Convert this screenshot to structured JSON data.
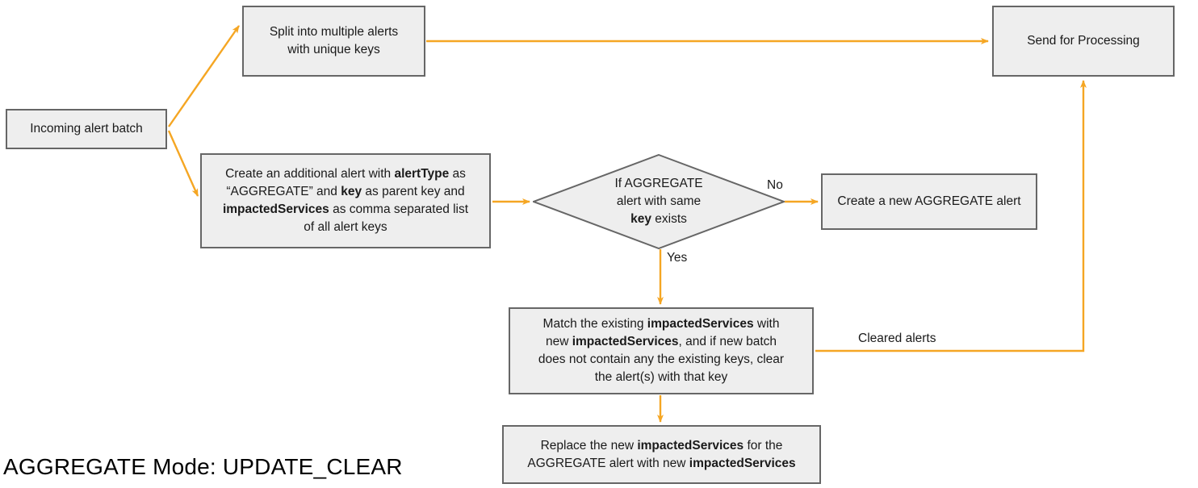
{
  "diagram": {
    "caption": "AGGREGATE Mode: UPDATE_CLEAR",
    "colors": {
      "edge": "#F5A623",
      "node_fill": "#EEEEEE",
      "node_border": "#666666",
      "text": "#1A1A1A",
      "background": "#FFFFFF"
    },
    "nodes": {
      "incoming": {
        "label": "Incoming alert batch"
      },
      "split": {
        "label": "Split into multiple alerts\nwith unique keys"
      },
      "send": {
        "label": "Send for Processing"
      },
      "create_additional": {
        "line1_a": "Create an additional alert with ",
        "line1_b": "alertType",
        "line1_c": " as",
        "line2_a": "“AGGREGATE” and ",
        "line2_b": "key",
        "line2_c": " as parent key and",
        "line3_a": "impactedServices",
        "line3_b": " as comma separated list",
        "line4": "of all alert keys"
      },
      "decision": {
        "line1": "If AGGREGATE",
        "line2": "alert with same",
        "line3_b": "key",
        "line3_c": " exists"
      },
      "create_new": {
        "label": "Create a new AGGREGATE alert"
      },
      "match": {
        "line1_a": "Match the existing ",
        "line1_b": "impactedServices",
        "line1_c": " with",
        "line2_a": "new ",
        "line2_b": "impactedServices",
        "line2_c": ", and if new batch",
        "line3": "does not contain any the existing keys, clear",
        "line4": "the alert(s) with that key"
      },
      "replace": {
        "line1_a": "Replace the new ",
        "line1_b": "impactedServices",
        "line1_c": " for the",
        "line2_a": "AGGREGATE alert with new ",
        "line2_b": "impactedServices"
      }
    },
    "edge_labels": {
      "no": "No",
      "yes": "Yes",
      "cleared": "Cleared alerts"
    }
  }
}
